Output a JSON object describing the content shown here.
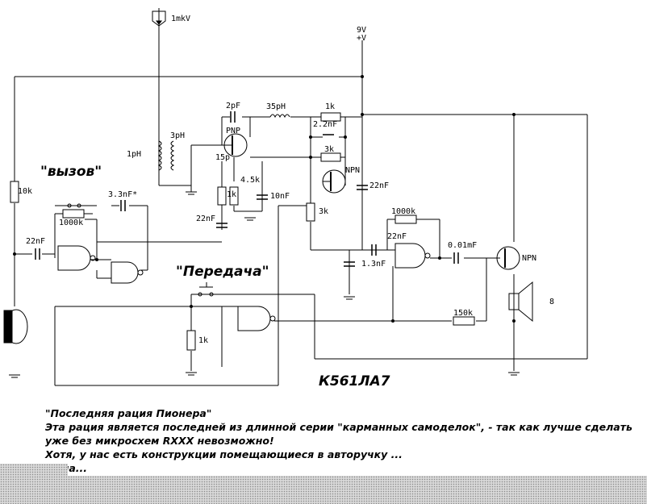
{
  "labels": {
    "source": "1mkV",
    "supply_v": "9V",
    "supply_plus": "+V",
    "c_2pf": "2pF",
    "l_35ph": "35pH",
    "r_1k_top": "1k",
    "c_2_2nf": "2.2nF",
    "pnp": "PNP",
    "l_3ph": "3pH",
    "l_1ph": "1pH",
    "c_15p": "15p",
    "r_3k_a": "3k",
    "npn_upper": "NPN",
    "r_4_5k": "4.5k",
    "c_22nf_right": "22nF",
    "r_1k_mid": "1k",
    "c_10nf": "10nF",
    "r_10k": "10k",
    "c_3_3nf": "3.3nF*",
    "c_22nf_mid": "22nF",
    "r_3k_b": "3k",
    "r_1000k_right": "1000k",
    "r_1000k_left": "1000k",
    "c_22nf_left": "22nF",
    "c_22nf_gate": "22nF",
    "c_0_01mf": "0.01mF",
    "npn_out": "NPN",
    "c_1_3nf": "1.3nF",
    "speaker_num": "8",
    "r_150k": "150k",
    "r_1k_low": "1k",
    "call_label": "\"вызов\"",
    "transmit_label": "\"Передача\"",
    "chip": "К561ЛА7"
  },
  "caption": {
    "line1": "\"Последняя рация Пионера\"",
    "line2": "Эта рация является последней из длинной серии  \"карманных самоделок\", - так как лучше сделать",
    "line3": "уже без микросхем RXXX невозможно!",
    "line4": "Хотя, у нас есть конструкции помещающиеся в авторучку ...",
    "line5": "Одна..."
  },
  "icons": [
    "antenna-source-icon",
    "ground-icon",
    "and-gate-icon",
    "nand-gate-icon",
    "transistor-pnp-icon",
    "transistor-npn-icon",
    "speaker-icon",
    "microphone-icon",
    "switch-icon"
  ]
}
